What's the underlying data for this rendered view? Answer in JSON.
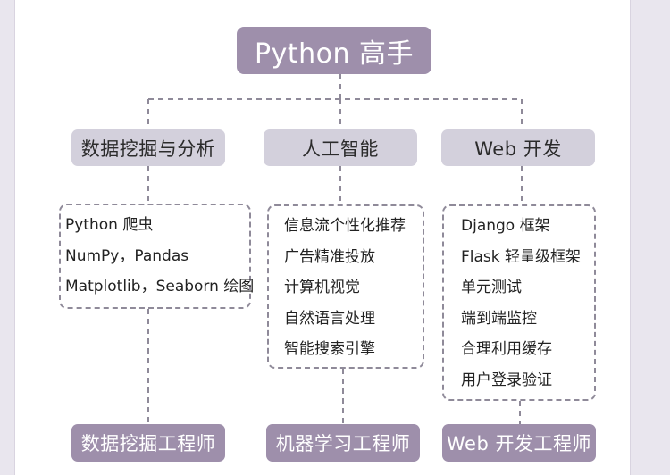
{
  "root": {
    "label": "Python 高手"
  },
  "categories": [
    {
      "label": "数据挖掘与分析",
      "skills": [
        "Python 爬虫",
        "NumPy，Pandas",
        "Matplotlib，Seaborn 绘图"
      ],
      "role": "数据挖掘工程师"
    },
    {
      "label": "人工智能",
      "skills": [
        "信息流个性化推荐",
        "广告精准投放",
        "计算机视觉",
        "自然语言处理",
        "智能搜索引擎"
      ],
      "role": "机器学习工程师"
    },
    {
      "label": "Web 开发",
      "skills": [
        "Django 框架",
        "Flask 轻量级框架",
        "单元测试",
        "端到端监控",
        "合理利用缓存",
        "用户登录验证"
      ],
      "role": "Web 开发工程师"
    }
  ],
  "colors": {
    "root_fill": "#9e8fab",
    "category_fill": "#d3d0dc",
    "role_fill": "#9e8fab",
    "dashed_border": "#8f8a99",
    "background": "#e9e6ee"
  }
}
